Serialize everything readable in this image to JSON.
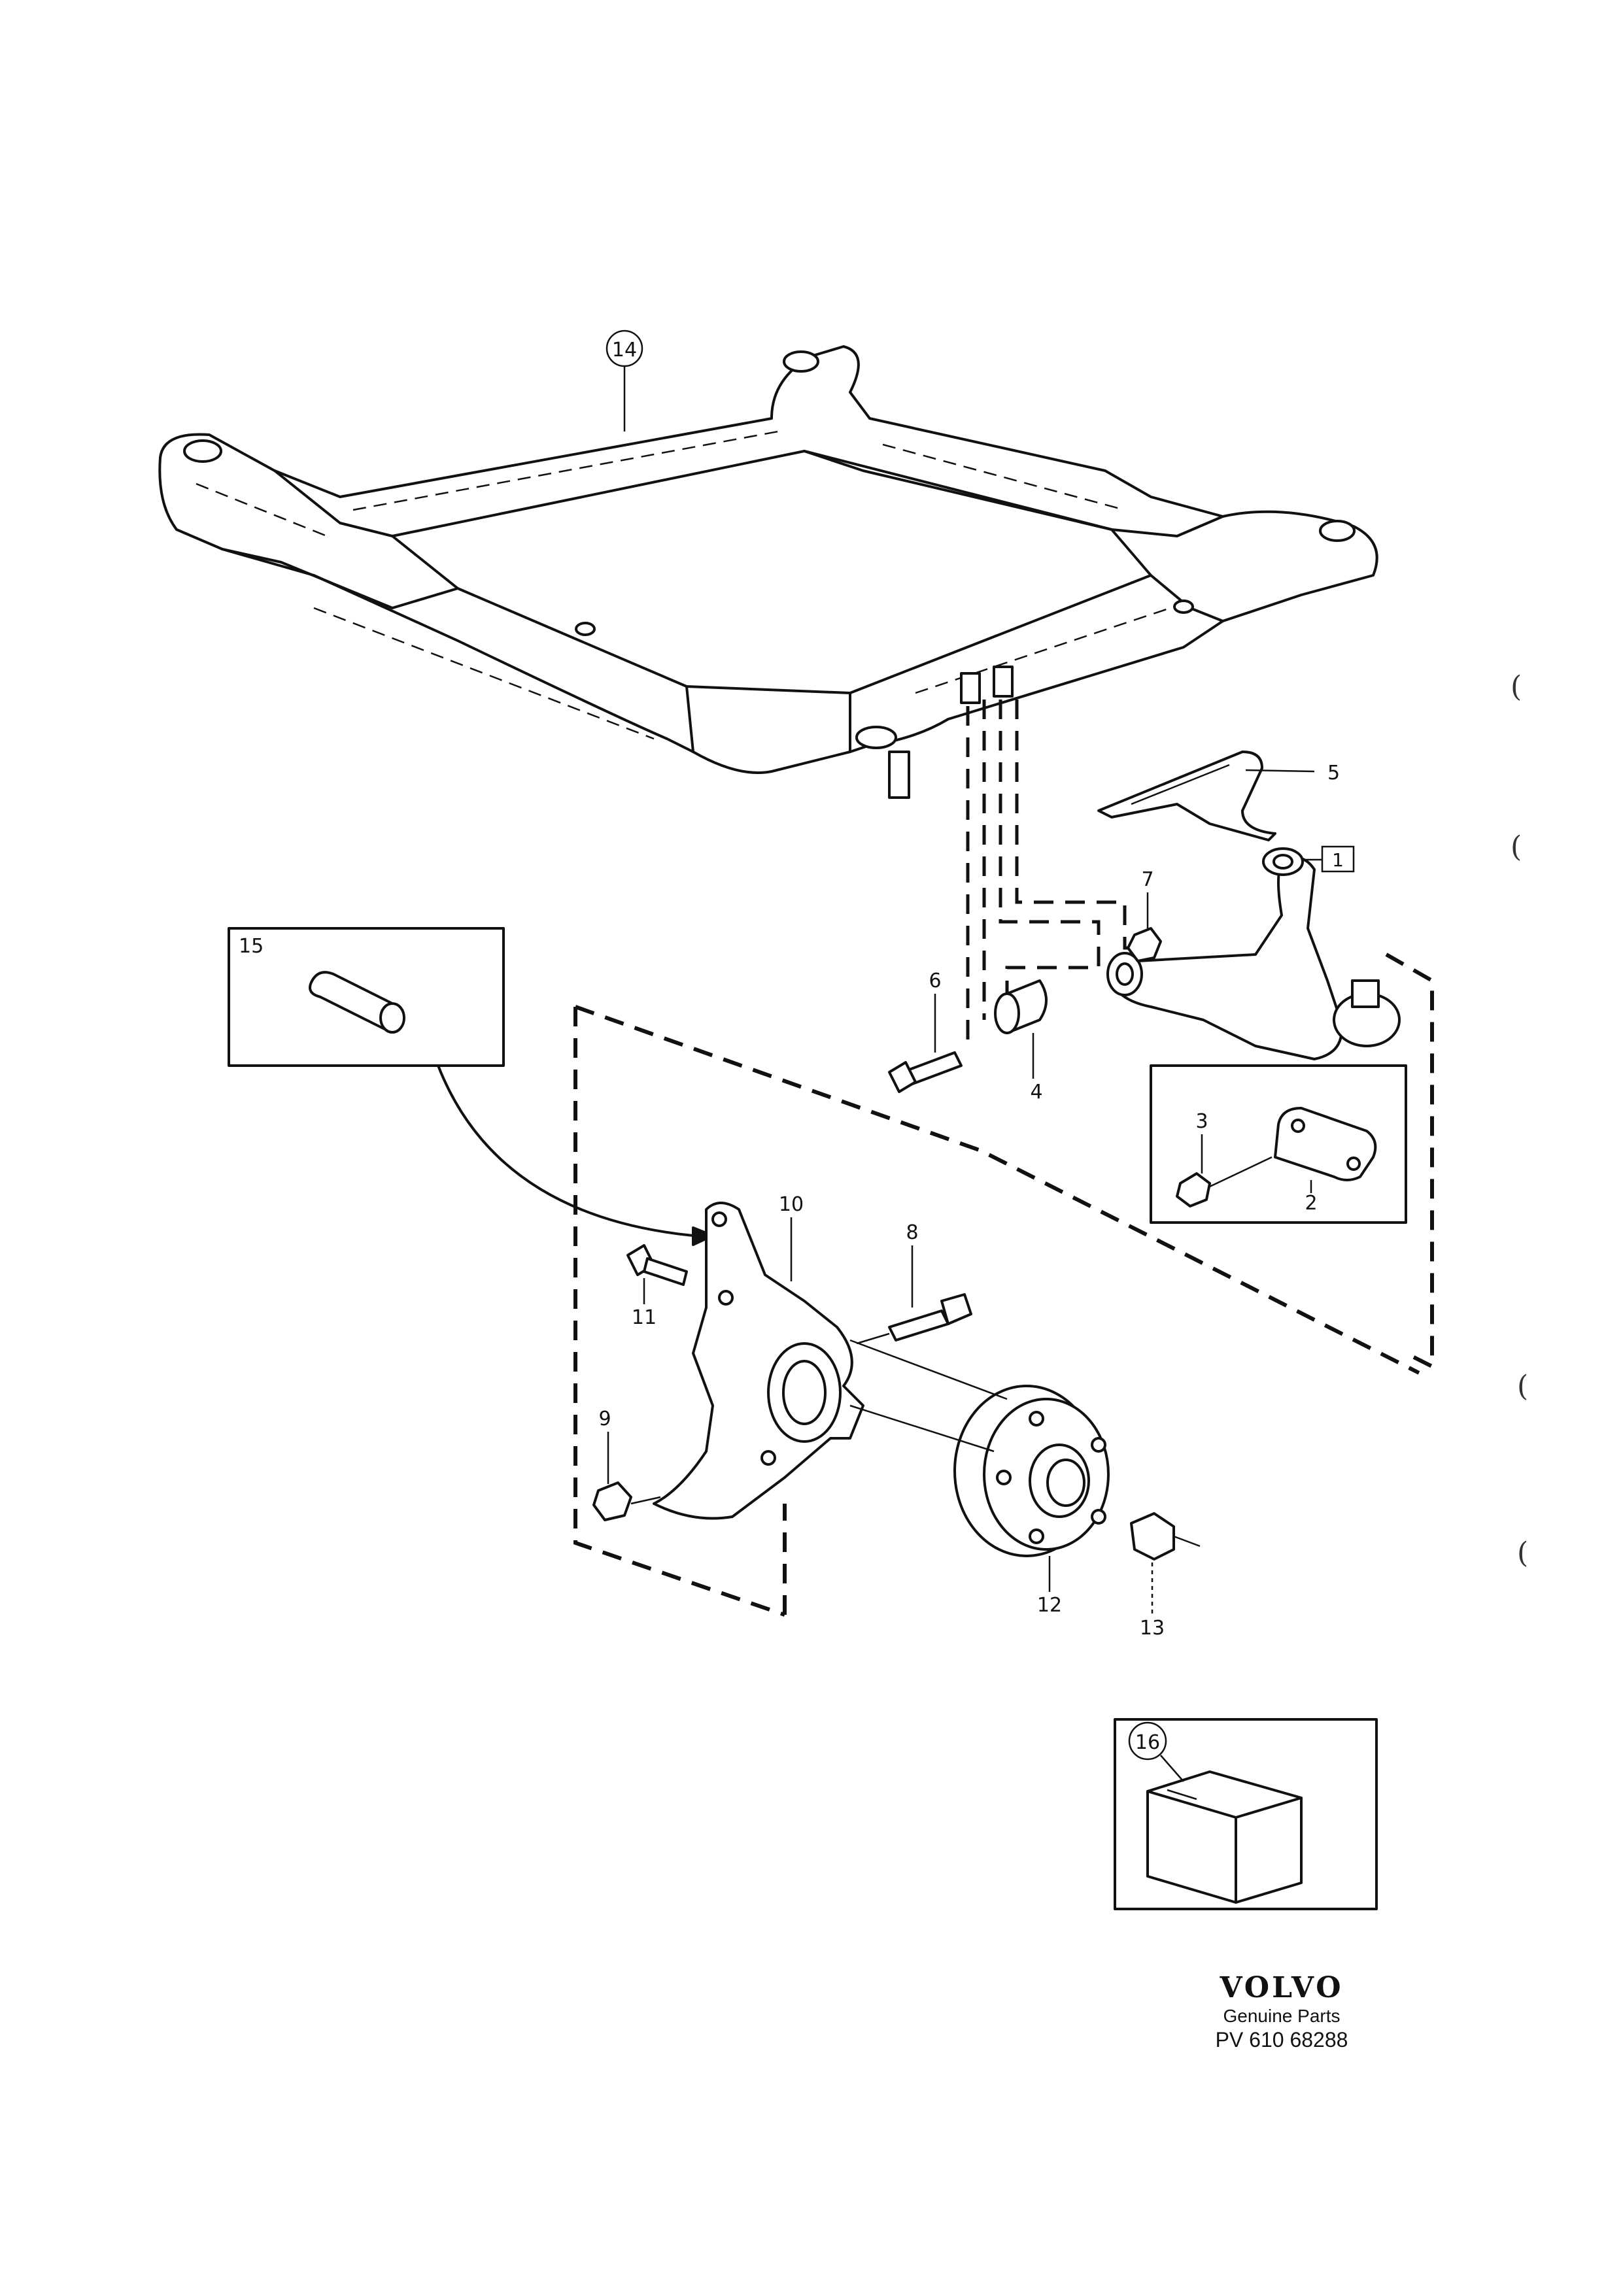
{
  "brand": {
    "logo": "VOLVO",
    "subtitle": "Genuine Parts",
    "code": "PV 610 68288"
  },
  "callouts": [
    "1",
    "2",
    "3",
    "4",
    "5",
    "6",
    "7",
    "8",
    "9",
    "10",
    "11",
    "12",
    "13",
    "14",
    "15",
    "16"
  ],
  "margin_marks": [
    "(",
    "(",
    "(",
    "("
  ]
}
